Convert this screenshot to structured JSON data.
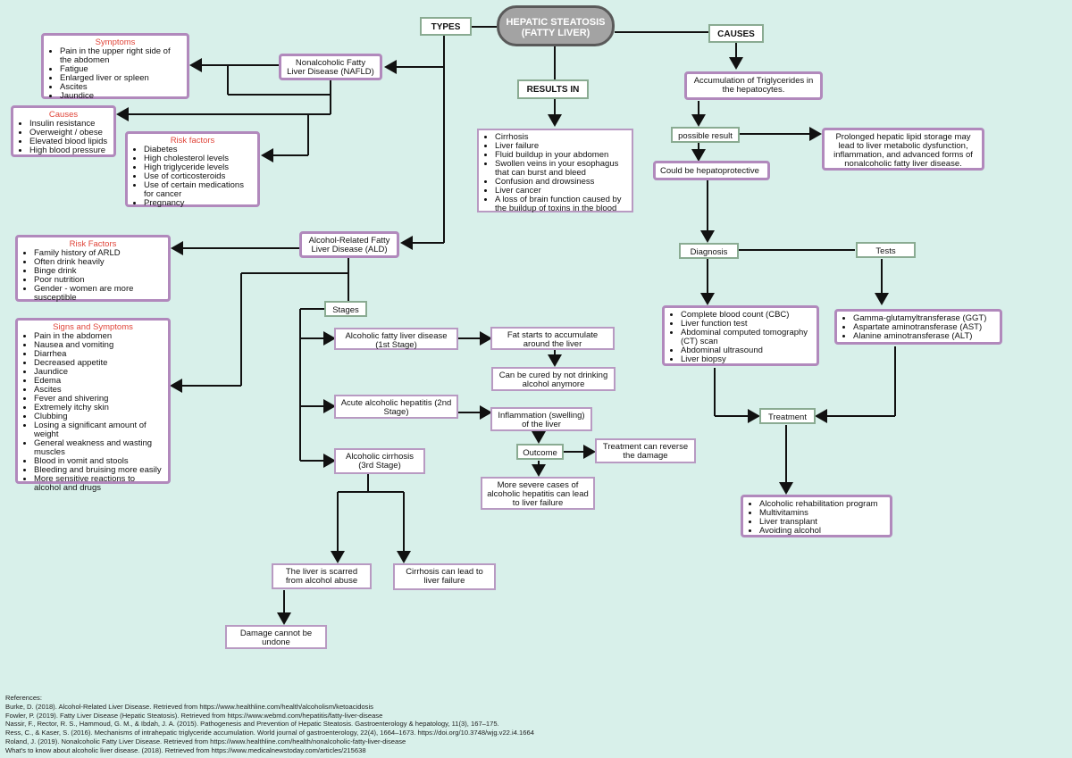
{
  "title": "HEPATIC STEATOSIS (FATTY LIVER)",
  "types_label": "TYPES",
  "causes_label": "CAUSES",
  "results_label": "RESULTS IN",
  "nafld": {
    "label": "Nonalcoholic Fatty Liver Disease (NAFLD)",
    "symptoms_title": "Symptoms",
    "symptoms": [
      "Pain in the upper right side of the abdomen",
      "Fatigue",
      "Enlarged liver or spleen",
      "Ascites",
      "Jaundice"
    ],
    "causes_title": "Causes",
    "causes": [
      "Insulin resistance",
      "Overweight / obese",
      "Elevated blood lipids",
      "High blood pressure"
    ],
    "risk_title": "Risk factors",
    "risk": [
      "Diabetes",
      "High cholesterol levels",
      "High triglyceride levels",
      "Use of corticosteroids",
      "Use of certain medications for cancer",
      "Pregnancy"
    ]
  },
  "ald": {
    "label": "Alcohol-Related Fatty Liver Disease (ALD)",
    "risk_title": "Risk Factors",
    "risk": [
      "Family history of ARLD",
      "Often drink heavily",
      "Binge drink",
      "Poor nutrition",
      "Gender - women are more susceptible"
    ],
    "signs_title": "Signs and Symptoms",
    "signs": [
      "Pain in the abdomen",
      "Nausea and vomiting",
      "Diarrhea",
      "Decreased appetite",
      "Jaundice",
      "Edema",
      "Ascites",
      "Fever and shivering",
      "Extremely itchy skin",
      "Clubbing",
      "Losing a significant amount of weight",
      "General weakness and wasting muscles",
      "Blood in vomit and stools",
      "Bleeding and bruising more easily",
      "More sensitive reactions to alcohol and drugs"
    ],
    "stages_label": "Stages",
    "stage1": "Alcoholic fatty liver disease (1st Stage)",
    "stage1_result": "Fat starts to accumulate around the liver",
    "stage1_cure": "Can be cured by not drinking alcohol anymore",
    "stage2": "Acute alcoholic hepatitis (2nd Stage)",
    "stage2_result": "Inflammation (swelling) of the liver",
    "outcome_label": "Outcome",
    "outcome_reverse": "Treatment can reverse the damage",
    "outcome_severe": "More severe cases of alcoholic hepatitis can lead to liver failure",
    "stage3": "Alcoholic cirrhosis (3rd Stage)",
    "stage3_scarred": "The liver is scarred from alcohol abuse",
    "stage3_failure": "Cirrhosis can lead to liver failure",
    "stage3_damage": "Damage cannot be undone"
  },
  "results": [
    "Cirrhosis",
    "Liver failure",
    "Fluid buildup in your abdomen",
    "Swollen veins in your esophagus that can burst and bleed",
    "Confusion and drowsiness",
    "Liver cancer",
    "A loss of brain function caused by the buildup of toxins in the blood"
  ],
  "causes": {
    "accumulation": "Accumulation of Triglycerides in the hepatocytes.",
    "possible_result": "possible result",
    "prolonged": "Prolonged hepatic lipid storage may lead to liver metabolic dysfunction, inflammation, and advanced forms of nonalcoholic fatty liver disease.",
    "protective": "Could be hepatoprotective",
    "diagnosis_label": "Diagnosis",
    "tests_label": "Tests",
    "diagnosis": [
      "Complete blood count (CBC)",
      "Liver function test",
      "Abdominal computed tomography (CT) scan",
      "Abdominal ultrasound",
      "Liver biopsy"
    ],
    "tests": [
      "Gamma-glutamyltransferase (GGT)",
      "Aspartate aminotransferase (AST)",
      "Alanine aminotransferase (ALT)"
    ],
    "treatment_label": "Treatment",
    "treatment": [
      "Alcoholic rehabilitation program",
      "Multivitamins",
      "Liver transplant",
      "Avoiding alcohol"
    ]
  },
  "references_title": "References:",
  "references": [
    "Burke, D. (2018). Alcohol-Related Liver Disease. Retrieved from https://www.healthline.com/health/alcoholism/ketoacidosis",
    "Fowler, P. (2019). Fatty Liver Disease (Hepatic Steatosis). Retrieved from https://www.webmd.com/hepatitis/fatty-liver-disease",
    "Nassir, F., Rector, R. S., Hammoud, G. M., & Ibdah, J. A. (2015). Pathogenesis and Prevention of Hepatic Steatosis. Gastroenterology & hepatology, 11(3), 167–175.",
    "Ress, C., & Kaser, S. (2016). Mechanisms of intrahepatic triglyceride accumulation. World journal of gastroenterology, 22(4), 1664–1673. https://doi.org/10.3748/wjg.v22.i4.1664",
    "Roland, J. (2019). Nonalcoholic Fatty Liver Disease. Retrieved from https://www.healthline.com/health/nonalcoholic-fatty-liver-disease",
    "What's to know about alcoholic liver disease. (2018). Retrieved from https://www.medicalnewstoday.com/articles/215638"
  ],
  "colors": {
    "background": "#d8f0ea",
    "box_border": "#b189bc",
    "label_border": "#8aab92",
    "heading_red": "#e0453a"
  }
}
